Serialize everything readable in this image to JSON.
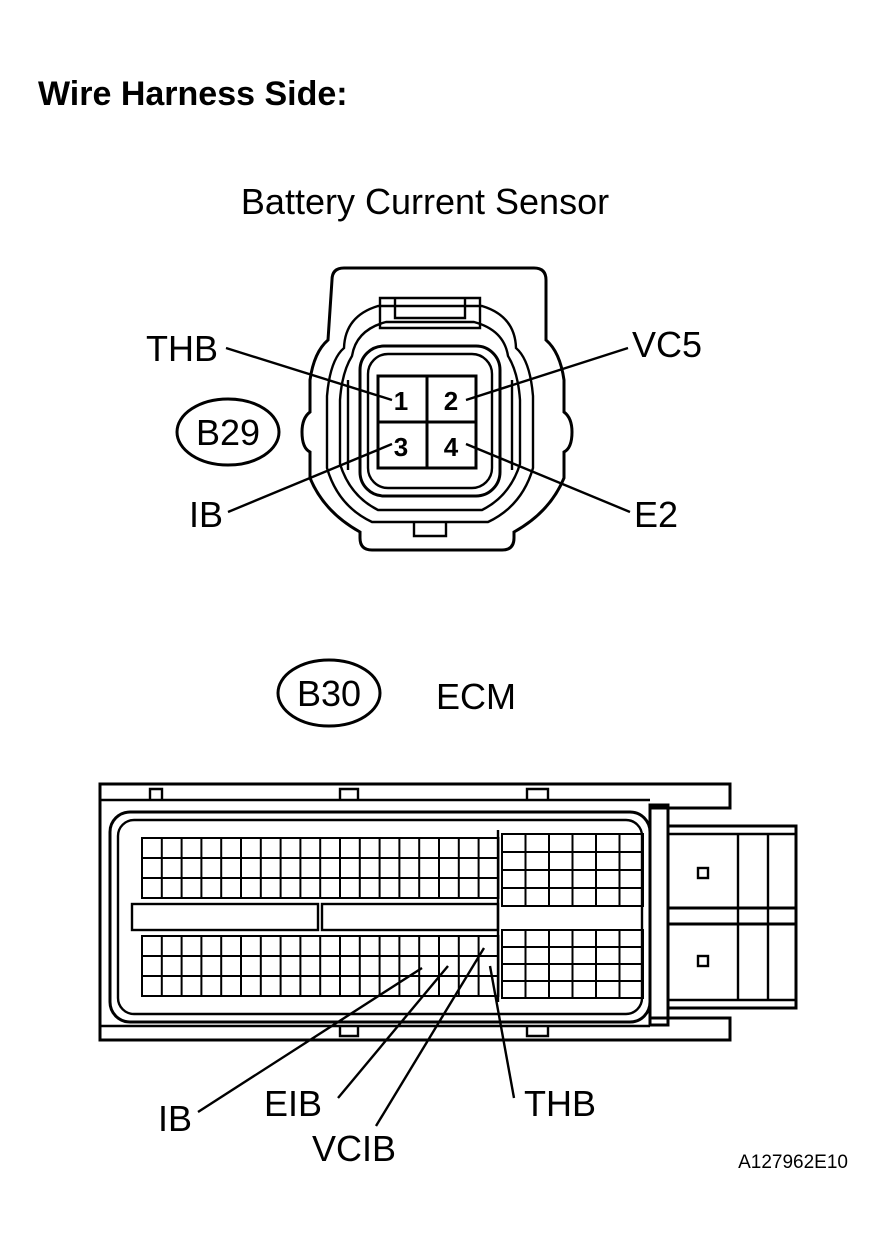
{
  "heading": "Wire Harness Side:",
  "sensor": {
    "title": "Battery Current Sensor",
    "connector_code": "B29",
    "pins": [
      {
        "number": "1",
        "signal": "THB"
      },
      {
        "number": "2",
        "signal": "VC5"
      },
      {
        "number": "3",
        "signal": "IB"
      },
      {
        "number": "4",
        "signal": "E2"
      }
    ]
  },
  "ecm": {
    "connector_code": "B30",
    "title": "ECM",
    "terminals": [
      "IB",
      "EIB",
      "VCIB",
      "THB"
    ]
  },
  "figure_id": "A127962E10"
}
